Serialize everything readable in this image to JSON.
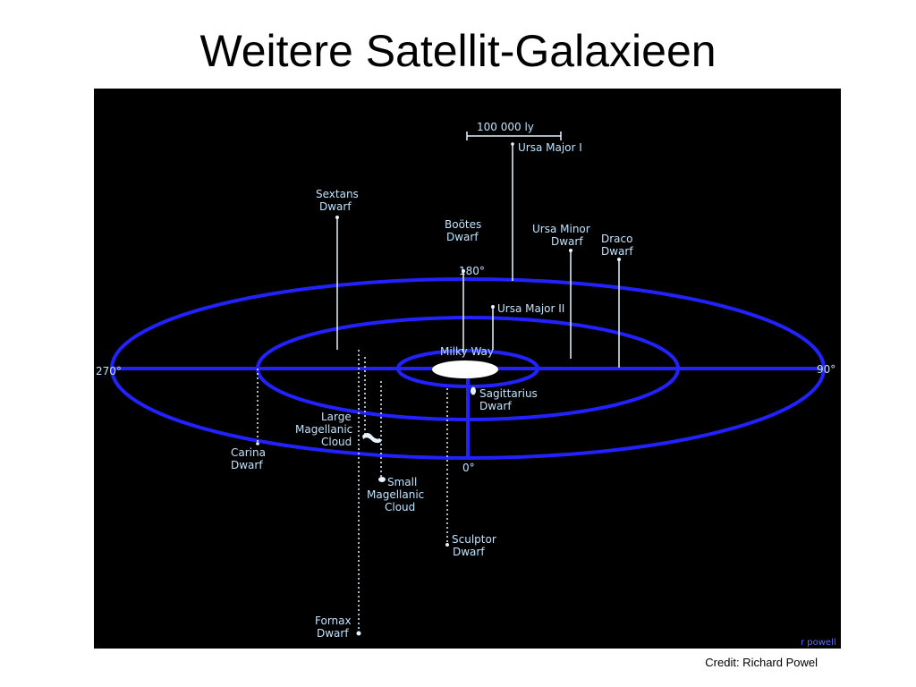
{
  "slide": {
    "title": "Weitere Satellit-Galaxieen",
    "credit": "Credit: Richard Powel"
  },
  "diagram": {
    "scale_bar_label": "100 000 ly",
    "angle_labels": {
      "top": "180°",
      "left": "270°",
      "right": "90°",
      "bottom": "0°"
    },
    "center_label": "Milky Way",
    "corner_text": "r powell",
    "galaxies": {
      "ursa_major_1": [
        "Ursa Major I"
      ],
      "sextans": [
        "Sextans",
        "Dwarf"
      ],
      "bootes": [
        "Boötes",
        "Dwarf"
      ],
      "ursa_minor": [
        "Ursa Minor",
        "Dwarf"
      ],
      "draco": [
        "Draco",
        "Dwarf"
      ],
      "ursa_major_2": [
        "Ursa Major II"
      ],
      "sagittarius": [
        "Sagittarius",
        "Dwarf"
      ],
      "lmc": [
        "Large",
        "Magellanic",
        "Cloud"
      ],
      "carina": [
        "Carina",
        "Dwarf"
      ],
      "smc": [
        "Small",
        "Magellanic",
        "Cloud"
      ],
      "sculptor": [
        "Sculptor",
        "Dwarf"
      ],
      "fornax": [
        "Fornax",
        "Dwarf"
      ]
    },
    "colors": {
      "ring": "#2222ff",
      "label": "#bfe3ff",
      "marker": "#e6f4ff"
    }
  }
}
